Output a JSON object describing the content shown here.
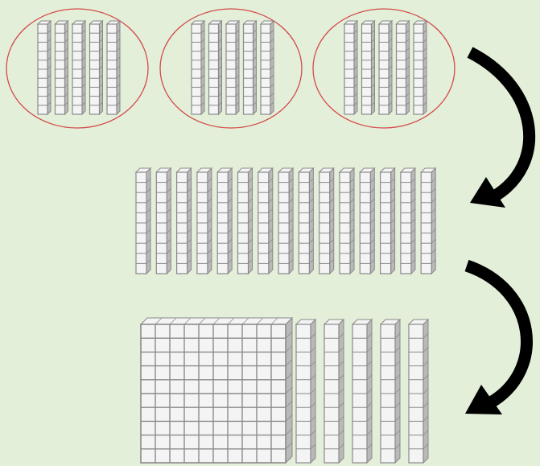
{
  "colors": {
    "background": "#e3efd9",
    "block_stroke": "#8a8a8a",
    "block_face": "#f4f4f4",
    "block_side": "#b9b9b9",
    "group_outline": "#d44a4a",
    "arrow": "#000000"
  },
  "groups": [
    {
      "name": "group-1",
      "rods": 5
    },
    {
      "name": "group-2",
      "rods": 5
    },
    {
      "name": "group-3",
      "rods": 5
    }
  ],
  "regrouped_rods": 15,
  "flat": {
    "rows": 10,
    "cols": 10
  },
  "remaining_rods": 5,
  "units_per_rod": 10,
  "arrows": [
    {
      "name": "arrow-combine",
      "icon": "curved-arrow-icon"
    },
    {
      "name": "arrow-trade",
      "icon": "curved-arrow-icon"
    }
  ]
}
